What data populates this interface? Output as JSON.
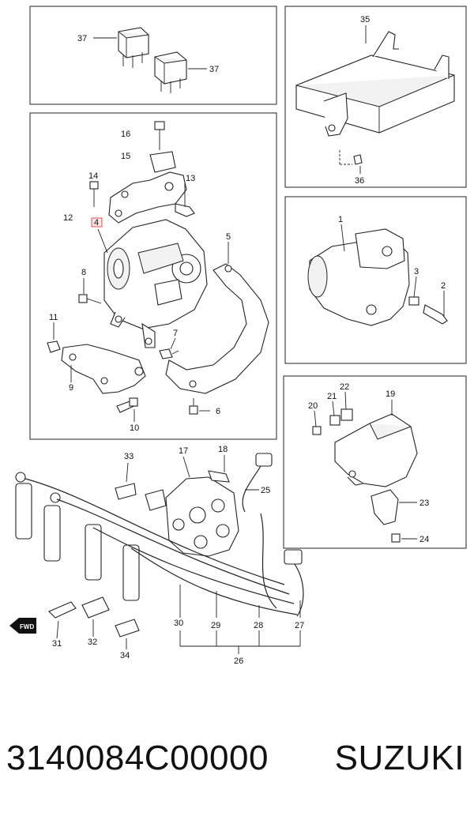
{
  "diagram": {
    "callouts": [
      "37",
      "37",
      "35",
      "36",
      "16",
      "15",
      "14",
      "13",
      "12",
      "4",
      "5",
      "8",
      "11",
      "9",
      "7",
      "6",
      "10",
      "1",
      "3",
      "2",
      "20",
      "21",
      "22",
      "19",
      "23",
      "24",
      "33",
      "17",
      "18",
      "25",
      "30",
      "29",
      "28",
      "27",
      "26",
      "31",
      "32",
      "34"
    ],
    "fwd_label": "FWD",
    "highlight_color": "#e04040"
  },
  "footer": {
    "part_number": "3140084C00000",
    "brand": "SUZUKI"
  }
}
